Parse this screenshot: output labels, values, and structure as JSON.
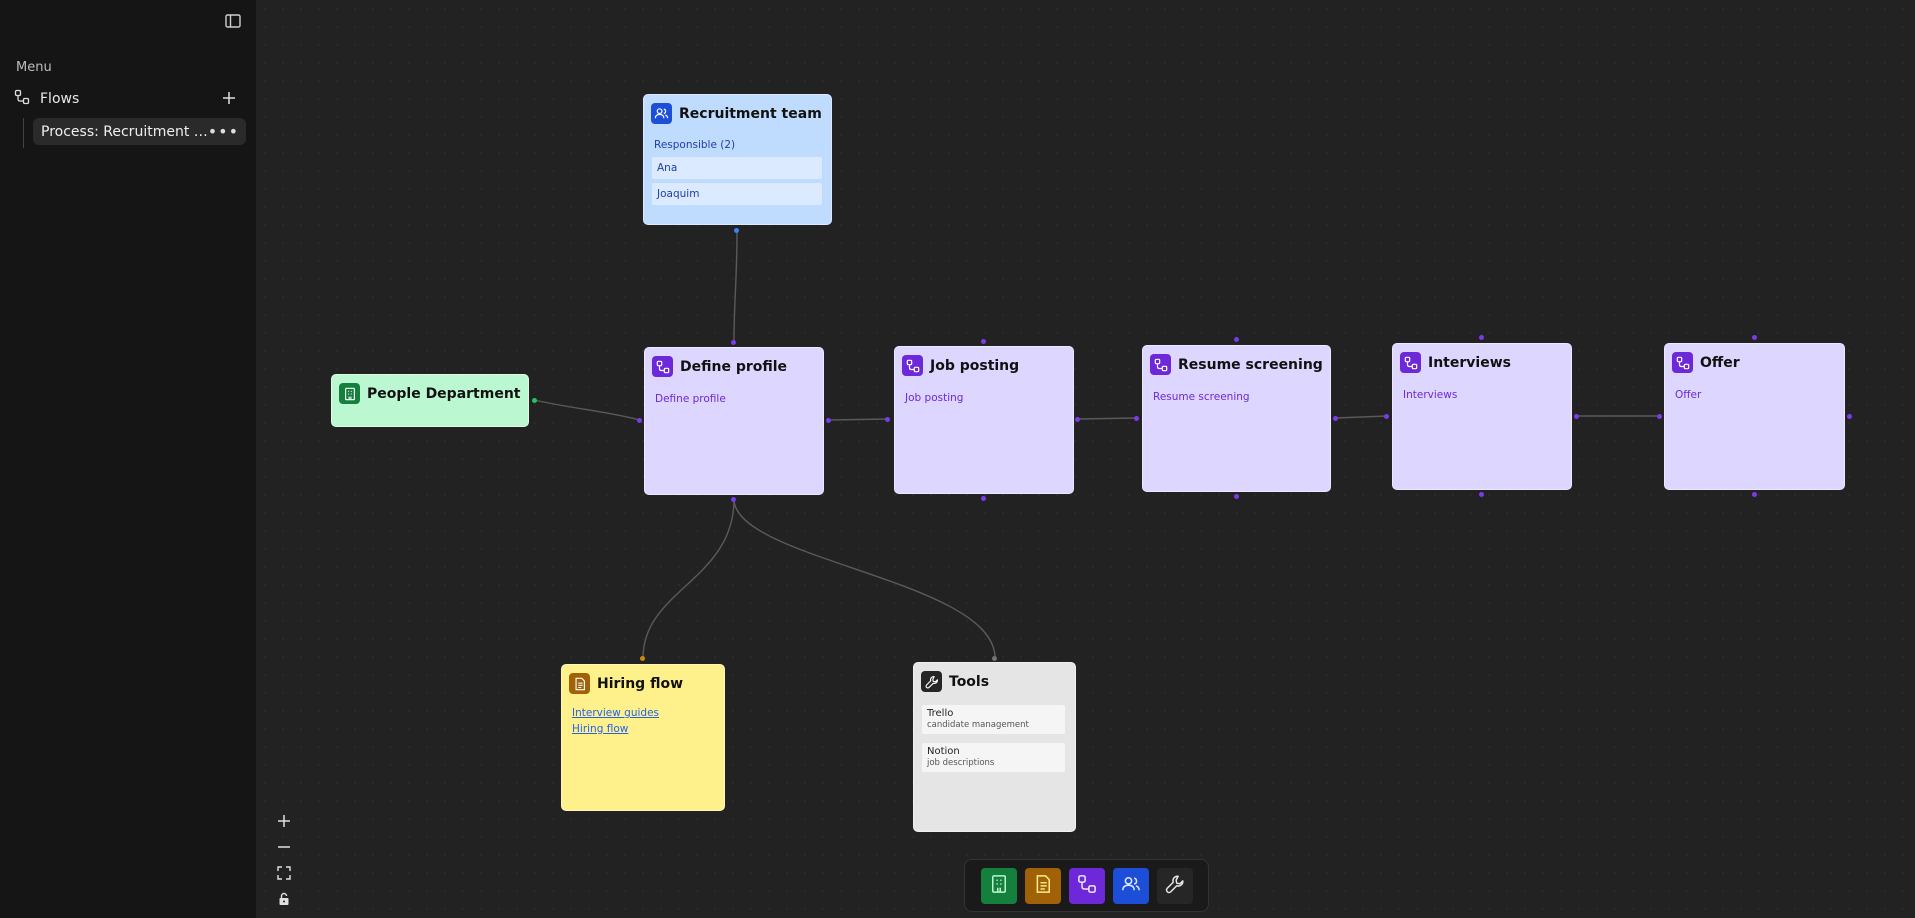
{
  "sidebar": {
    "menu_label": "Menu",
    "flows_label": "Flows",
    "process_label": "Process: Recruitment & Selection",
    "icons": {
      "toggle": "sidebar-toggle-icon",
      "flows": "flow-icon",
      "add": "plus-icon",
      "more": "ellipsis-icon"
    }
  },
  "nodes": {
    "recruitment_team": {
      "title": "Recruitment team",
      "responsible_label": "Responsible (2)",
      "members": [
        "Ana",
        "Joaquim"
      ]
    },
    "people_department": {
      "title": "People Department"
    },
    "define_profile": {
      "title": "Define profile",
      "subtitle": "Define profile"
    },
    "job_posting": {
      "title": "Job posting",
      "subtitle": "Job posting"
    },
    "resume_screening": {
      "title": "Resume screening",
      "subtitle": "Resume screening"
    },
    "interviews": {
      "title": "Interviews",
      "subtitle": "Interviews"
    },
    "offer": {
      "title": "Offer",
      "subtitle": "Offer"
    },
    "hiring_flow": {
      "title": "Hiring flow",
      "links": [
        "Interview guides",
        "Hiring flow"
      ]
    },
    "tools": {
      "title": "Tools",
      "items": [
        {
          "name": "Trello",
          "desc": "candidate management"
        },
        {
          "name": "Notion",
          "desc": "job descriptions"
        }
      ]
    }
  },
  "zoom_controls": [
    "zoom-in",
    "zoom-out",
    "fit-view",
    "lock"
  ],
  "toolbar": [
    "department",
    "document",
    "process",
    "team",
    "tool"
  ],
  "colors": {
    "canvas": "#222222",
    "sidebar": "#151515",
    "process": "#ddd6fe",
    "process_accent": "#6d28d9",
    "team": "#bfdbfe",
    "team_accent": "#1d4ed8",
    "department": "#bbf7d0",
    "department_accent": "#15803d",
    "document": "#fef08a",
    "document_accent": "#a16207",
    "tool": "#e5e5e5",
    "tool_accent": "#262626"
  }
}
